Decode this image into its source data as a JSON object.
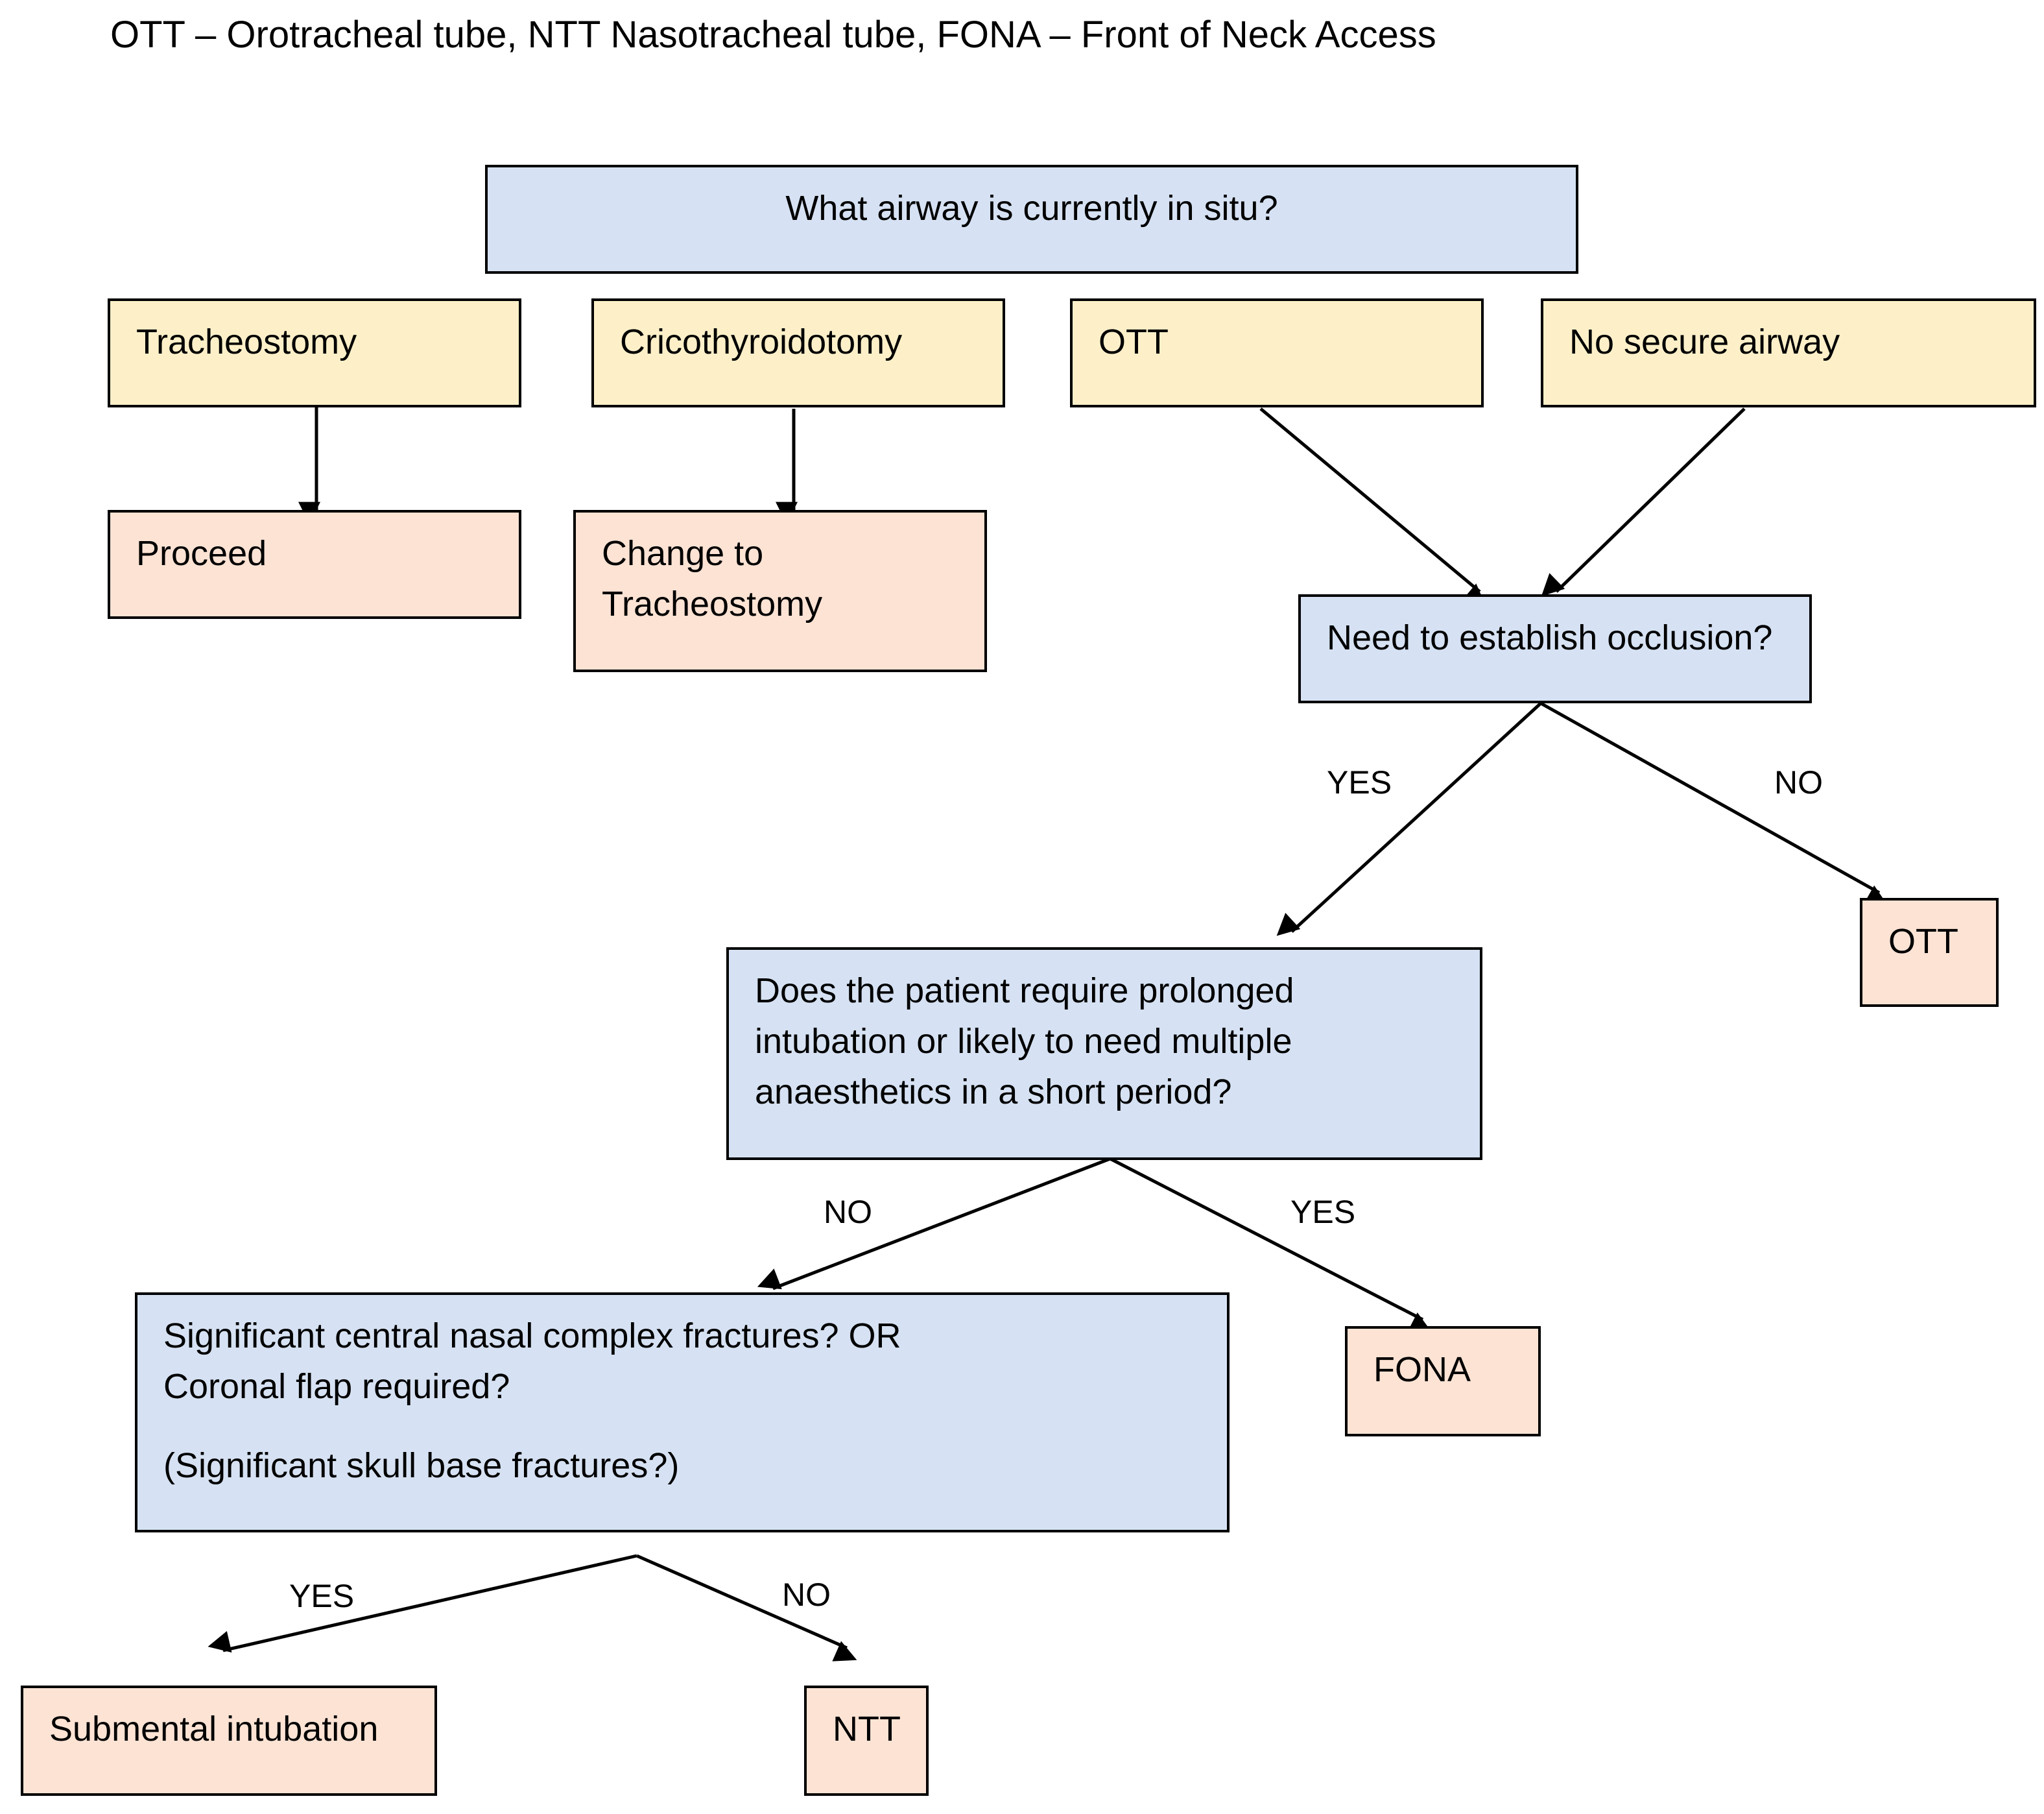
{
  "legend": "OTT – Orotracheal tube, NTT Nasotracheal tube, FONA – Front of Neck Access",
  "nodes": {
    "current_airway": "What airway is currently in situ?",
    "tracheostomy": "Tracheostomy",
    "cricothyroidotomy": "Cricothyroidotomy",
    "ott_option": "OTT",
    "no_secure_airway": "No secure airway",
    "proceed": "Proceed",
    "change_to_trach": [
      "Change to",
      "Tracheostomy"
    ],
    "need_occlusion": "Need to establish occlusion?",
    "ott_result": "OTT",
    "prolonged": [
      "Does the patient require prolonged",
      "intubation or likely to need multiple",
      "anaesthetics in a short period?"
    ],
    "nasal": [
      "Significant central nasal complex fractures? OR",
      "Coronal flap required?",
      "(Significant skull base fractures?)"
    ],
    "fona": "FONA",
    "submental": "Submental intubation",
    "ntt": "NTT"
  },
  "edge_labels": {
    "occlusion_yes": "YES",
    "occlusion_no": "NO",
    "prolonged_no": "NO",
    "prolonged_yes": "YES",
    "nasal_yes": "YES",
    "nasal_no": "NO"
  },
  "colors": {
    "question": "#d6e2f3",
    "option": "#fdf0c9",
    "result": "#fde3d4",
    "line": "#000000"
  }
}
